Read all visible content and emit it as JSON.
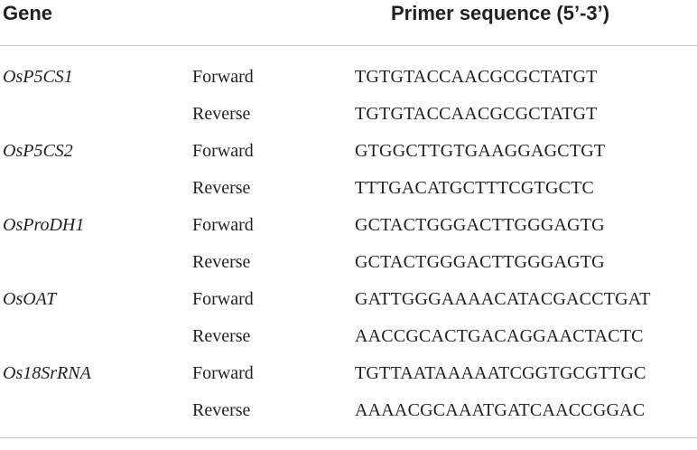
{
  "header": {
    "gene_label": "Gene",
    "sequence_label": "Primer sequence (5’-3’)"
  },
  "rows": [
    {
      "gene": "OsP5CS1",
      "direction": "Forward",
      "sequence": "TGTGTACCAACGCGCTATGT"
    },
    {
      "gene": "",
      "direction": "Reverse",
      "sequence": "TGTGTACCAACGCGCTATGT"
    },
    {
      "gene": "OsP5CS2",
      "direction": "Forward",
      "sequence": "GTGGCTTGTGAAGGAGCTGT"
    },
    {
      "gene": "",
      "direction": "Reverse",
      "sequence": "TTTGACATGCTTTCGTGCTC"
    },
    {
      "gene": "OsProDH1",
      "direction": "Forward",
      "sequence": "GCTACTGGGACTTGGGAGTG"
    },
    {
      "gene": "",
      "direction": "Reverse",
      "sequence": "GCTACTGGGACTTGGGAGTG"
    },
    {
      "gene": "OsOAT",
      "direction": "Forward",
      "sequence": "GATTGGGAAAACATACGACCTGAT"
    },
    {
      "gene": "",
      "direction": "Reverse",
      "sequence": "AACCGCACTGACAGGAACTACTC"
    },
    {
      "gene": "Os18SrRNA",
      "direction": "Forward",
      "sequence": "TGTTAATAAAAATCGGTGCGTTGC"
    },
    {
      "gene": "",
      "direction": "Reverse",
      "sequence": "AAAACGCAAATGATCAACCGGAC"
    }
  ]
}
